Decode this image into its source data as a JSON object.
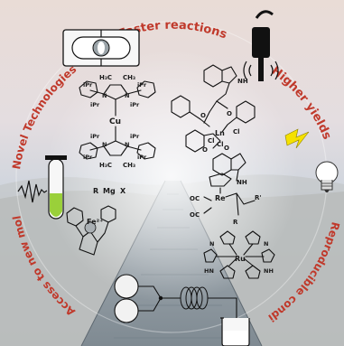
{
  "arc_labels": {
    "faster_reactions": "Faster reactions",
    "higher_yields": "Higher yields",
    "reproducible_conditions": "Reproducible conditions",
    "access_to_new_molecules": "Access to new molecules",
    "novel_technologies": "Novel Technologies"
  },
  "chemistry": {
    "iPr_1": "iPr",
    "iPr_2": "iPr",
    "iPr_3": "iPr",
    "iPr_4": "iPr",
    "iPr_5": "iPr",
    "iPr_6": "iPr",
    "iPr_7": "iPr",
    "iPr_8": "iPr",
    "ch3_1": "H₃C",
    "ch3_2": "CH₃",
    "ch3_3": "H₃C",
    "ch3_4": "CH₃",
    "n_1": "N",
    "n_2": "N",
    "n_3": "N",
    "n_4": "N",
    "cu": "Cu",
    "grignard_r": "R",
    "grignard_mg": "Mg",
    "grignard_x": "X",
    "fe": "Fe²⁺",
    "ln": "Ln",
    "cl_1": "Cl",
    "cl_2": "Cl",
    "cl_3": "Cl",
    "nh_1": "NH",
    "nh_2": "NH",
    "o_1": "O",
    "o_2": "O",
    "o_3": "O",
    "o_4": "O",
    "re": "Re",
    "oc_1": "OC",
    "oc_2": "OC",
    "r_prime": "R'",
    "r_1": "R",
    "ru": "Ru",
    "ru_nh_1": "NH",
    "ru_nh_2": "HN",
    "ru_n_1": "N",
    "ru_n_2": "N"
  },
  "colors": {
    "label_red": "#c0392b",
    "sky_top": "#e9e2df",
    "sky_horizon": "#c9d2da",
    "road": "#8f9aa3"
  },
  "icons": [
    "magnetic-stirrer-icon",
    "probe-icon",
    "signal-wave-icon",
    "test-tube-icon",
    "lightning-icon",
    "lightbulb-icon",
    "flow-reactor-icon",
    "beaker-icon"
  ]
}
